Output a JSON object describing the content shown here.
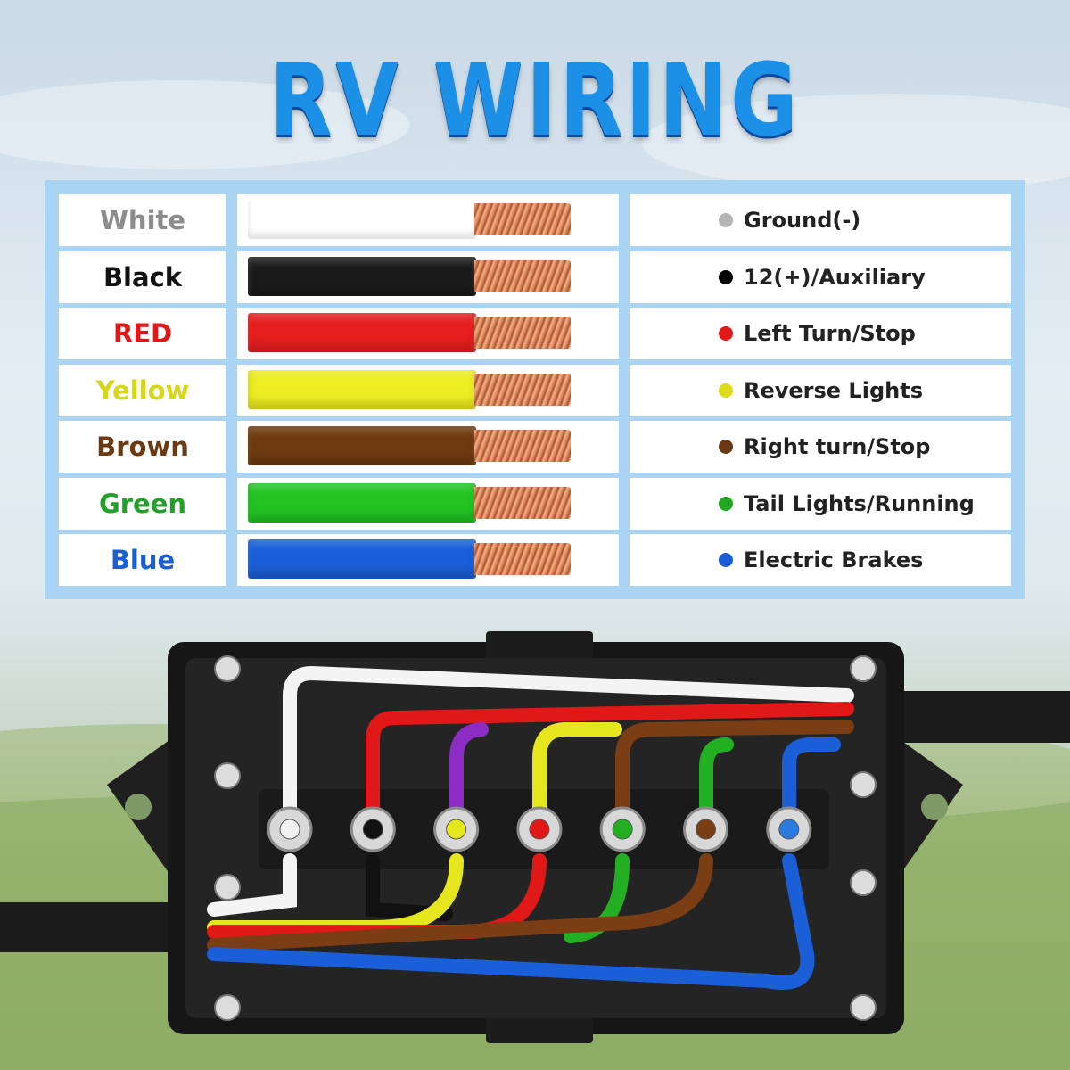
{
  "title": "RV WIRING",
  "rows": [
    {
      "name": "White",
      "name_color": "#8c8c8c",
      "wire_color": "#ffffff",
      "dot_color": "#b5b5b5",
      "function": "Ground(-)"
    },
    {
      "name": "Black",
      "name_color": "#111111",
      "wire_color": "#1a1a1a",
      "dot_color": "#000000",
      "function": "12(+)/Auxiliary"
    },
    {
      "name": "RED",
      "name_color": "#e01818",
      "wire_color": "#e61e1e",
      "dot_color": "#e01818",
      "function": "Left Turn/Stop"
    },
    {
      "name": "Yellow",
      "name_color": "#d6d61a",
      "wire_color": "#eded22",
      "dot_color": "#dcdc1a",
      "function": "Reverse Lights"
    },
    {
      "name": "Brown",
      "name_color": "#6b3a14",
      "wire_color": "#6e3a10",
      "dot_color": "#6b3a14",
      "function": "Right turn/Stop"
    },
    {
      "name": "Green",
      "name_color": "#22a02a",
      "wire_color": "#22c422",
      "dot_color": "#22a822",
      "function": "Tail Lights/Running"
    },
    {
      "name": "Blue",
      "name_color": "#1c5fd0",
      "wire_color": "#1a5fd8",
      "dot_color": "#1a5fd8",
      "function": "Electric Brakes"
    }
  ],
  "terminals": [
    {
      "color": "#f2f2f2"
    },
    {
      "color": "#111111"
    },
    {
      "color": "#e6e61e"
    },
    {
      "color": "#e01818"
    },
    {
      "color": "#22b022"
    },
    {
      "color": "#7a3d14"
    },
    {
      "color": "#2a7ae0"
    }
  ],
  "colors": {
    "title": "#1c8fe6",
    "frame": "#a9d4f4"
  }
}
